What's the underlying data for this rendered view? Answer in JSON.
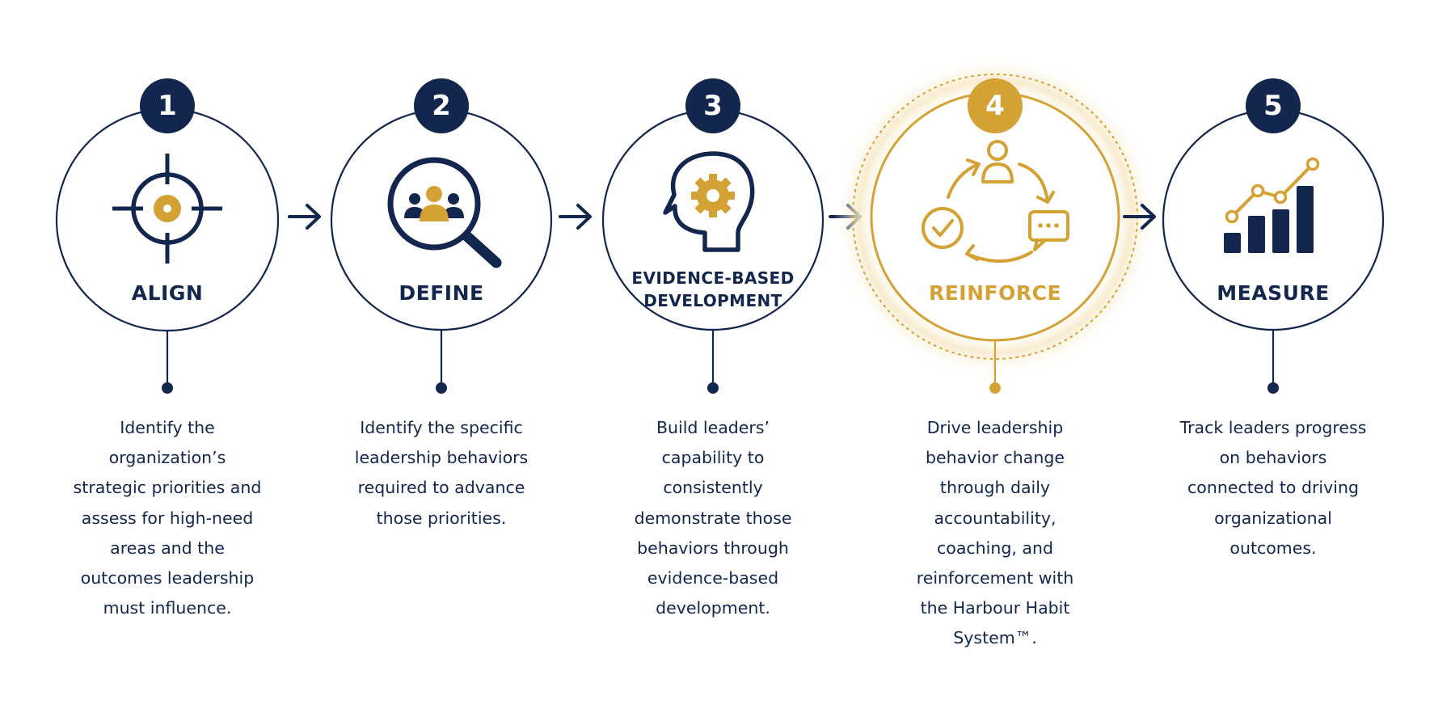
{
  "steps": [
    {
      "number": "1",
      "title": "ALIGN",
      "icon": "target-icon",
      "description": "Identify the organization’s strategic priorities and assess for high-need areas and the outcomes leadership must influence."
    },
    {
      "number": "2",
      "title": "DEFINE",
      "icon": "magnifier-people-icon",
      "description": "Identify the specific leadership behaviors required to advance those priorities."
    },
    {
      "number": "3",
      "title_line1": "EVIDENCE-BASED",
      "title_line2": "DEVELOPMENT",
      "icon": "head-gear-icon",
      "description": "Build leaders’ capability to consistently demonstrate those behaviors through evidence-based development."
    },
    {
      "number": "4",
      "title": "REINFORCE",
      "icon": "reinforcement-cycle-icon",
      "highlighted": true,
      "description": "Drive leadership behavior change through daily accountability, coaching, and reinforcement with the Harbour Habit System™."
    },
    {
      "number": "5",
      "title": "MEASURE",
      "icon": "growth-chart-icon",
      "description": "Track leaders progress on behaviors connected to driving organizational outcomes."
    }
  ],
  "colors": {
    "navy": "#13264d",
    "gold": "#d4a234",
    "glow": "#f7e9c6"
  }
}
